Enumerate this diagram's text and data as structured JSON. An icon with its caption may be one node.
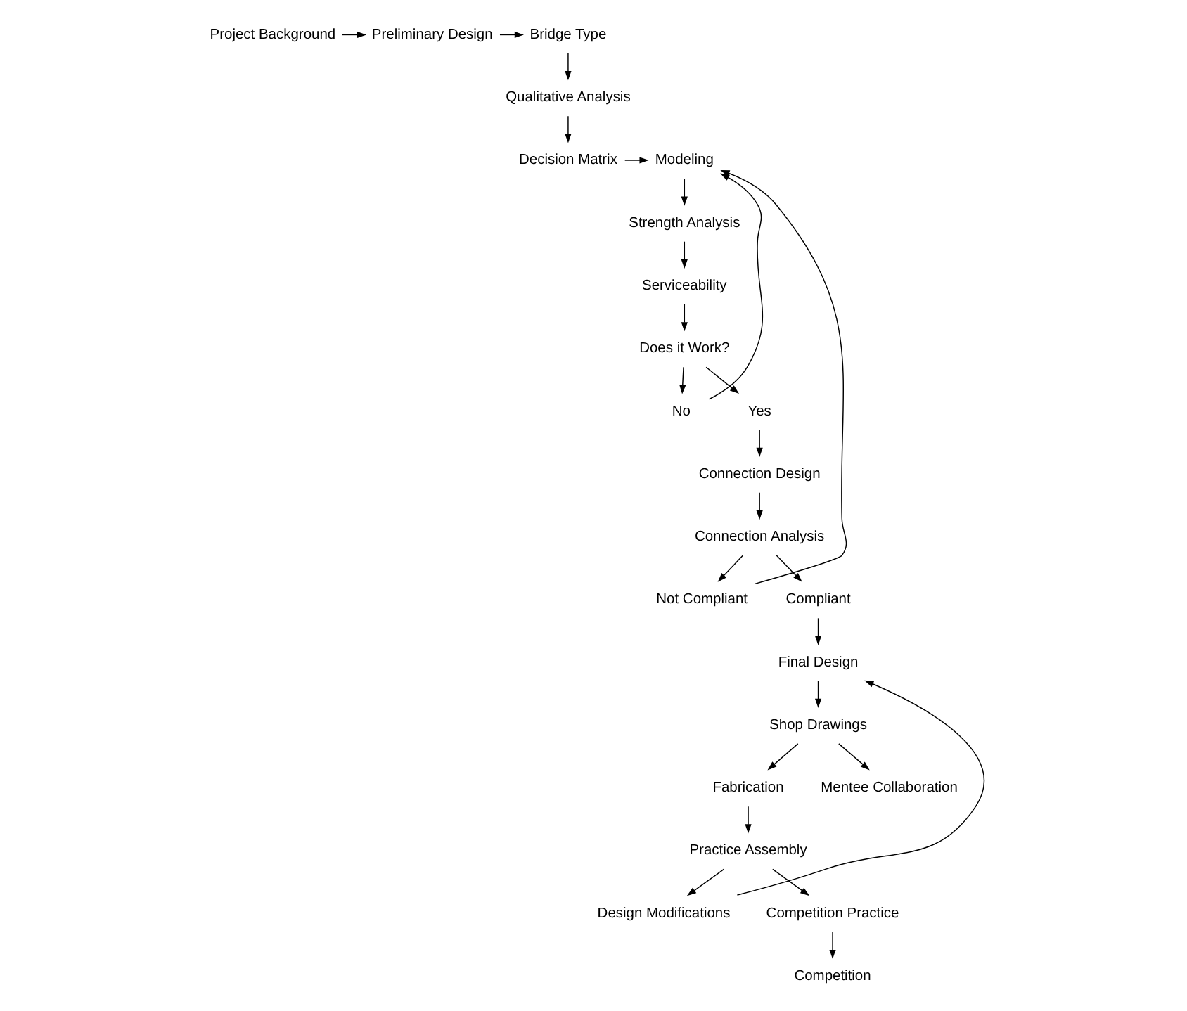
{
  "diagram": {
    "nodes": [
      {
        "text": [
          "Project Background"
        ]
      },
      {
        "text": [
          "Preliminary Design"
        ]
      },
      {
        "text": [
          "Bridge Type"
        ]
      },
      {
        "text": [
          "Qualitative Analysis"
        ]
      },
      {
        "text": [
          "Decision Matrix"
        ]
      },
      {
        "text": [
          "Modeling"
        ]
      },
      {
        "text": [
          "Strength Analysis"
        ]
      },
      {
        "text": [
          "Serviceability"
        ]
      },
      {
        "text": [
          "Does it Work?"
        ]
      },
      {
        "text": [
          "No"
        ]
      },
      {
        "text": [
          "Yes"
        ]
      },
      {
        "text": [
          "Connection Design"
        ]
      },
      {
        "text": [
          "Connection Analysis"
        ]
      },
      {
        "text": [
          "Not Compliant"
        ]
      },
      {
        "text": [
          "Compliant"
        ]
      },
      {
        "text": [
          "Final Design"
        ]
      },
      {
        "text": [
          "Shop Drawings"
        ]
      },
      {
        "text": [
          "Fabrication"
        ]
      },
      {
        "text": [
          "Mentee Collaboration"
        ]
      },
      {
        "text": [
          "Practice Assembly"
        ]
      },
      {
        "text": [
          "Design Modifications"
        ]
      },
      {
        "text": [
          "Competition Practice"
        ]
      },
      {
        "text": [
          "Competition"
        ]
      }
    ],
    "edges": [
      {
        "from": 0,
        "to": 1,
        "arrow": "to"
      },
      {
        "from": 1,
        "to": 2,
        "arrow": "to"
      },
      {
        "from": 2,
        "to": 3,
        "arrow": "to"
      },
      {
        "from": 3,
        "to": 4,
        "arrow": "to"
      },
      {
        "from": 4,
        "to": 5,
        "arrow": "to"
      },
      {
        "from": 5,
        "to": 6,
        "arrow": "to"
      },
      {
        "from": 6,
        "to": 7,
        "arrow": "to"
      },
      {
        "from": 7,
        "to": 8,
        "arrow": "to"
      },
      {
        "from": 8,
        "to": 9,
        "arrow": "to"
      },
      {
        "from": 8,
        "to": 10,
        "arrow": "to"
      },
      {
        "from": 10,
        "to": 11,
        "arrow": "to"
      },
      {
        "from": 11,
        "to": 12,
        "arrow": "to"
      },
      {
        "from": 12,
        "to": 13,
        "arrow": "to"
      },
      {
        "from": 12,
        "to": 14,
        "arrow": "to"
      },
      {
        "from": 14,
        "to": 15,
        "arrow": "to"
      },
      {
        "from": 15,
        "to": 16,
        "arrow": "to"
      },
      {
        "from": 16,
        "to": 17,
        "arrow": "to"
      },
      {
        "from": 16,
        "to": 18,
        "arrow": "to"
      },
      {
        "from": 17,
        "to": 19,
        "arrow": "to"
      },
      {
        "from": 19,
        "to": 20,
        "arrow": "to"
      },
      {
        "from": 19,
        "to": 21,
        "arrow": "to"
      },
      {
        "from": 20,
        "to": 15,
        "arrow": "to"
      },
      {
        "from": 21,
        "to": 22,
        "arrow": "to"
      },
      {
        "from": 9,
        "to": 5,
        "arrow": "to"
      },
      {
        "from": 13,
        "to": 5,
        "arrow": "to"
      }
    ]
  }
}
